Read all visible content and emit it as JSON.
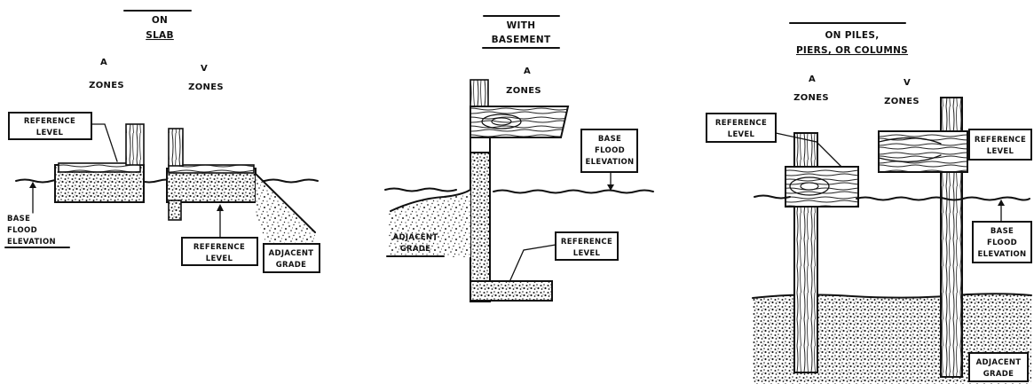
{
  "panels": {
    "slab": {
      "title": [
        "ON",
        "SLAB"
      ],
      "zone_a": [
        "A",
        "ZONES"
      ],
      "zone_v": [
        "V",
        "ZONES"
      ],
      "reference_level_top": [
        "REFERENCE",
        "LEVEL"
      ],
      "bfe": [
        "BASE",
        "FLOOD",
        "ELEVATION"
      ],
      "reference_level_bottom": [
        "REFERENCE",
        "LEVEL"
      ],
      "adjacent_grade": [
        "ADJACENT",
        "GRADE"
      ]
    },
    "basement": {
      "title": [
        "WITH",
        "BASEMENT"
      ],
      "zone_a": [
        "A",
        "ZONES"
      ],
      "bfe": [
        "BASE",
        "FLOOD",
        "ELEVATION"
      ],
      "adjacent_grade": [
        "ADJACENT",
        "GRADE"
      ],
      "reference_level": [
        "REFERENCE",
        "LEVEL"
      ]
    },
    "piles": {
      "title": [
        "ON PILES,",
        "PIERS, OR COLUMNS"
      ],
      "zone_a": [
        "A",
        "ZONES"
      ],
      "zone_v": [
        "V",
        "ZONES"
      ],
      "reference_level_left": [
        "REFERENCE",
        "LEVEL"
      ],
      "reference_level_right": [
        "REFERENCE",
        "LEVEL"
      ],
      "bfe": [
        "BASE",
        "FLOOD",
        "ELEVATION"
      ],
      "adjacent_grade": [
        "ADJACENT",
        "GRADE"
      ]
    }
  },
  "colors": {
    "ink": "#111111",
    "paper": "#ffffff",
    "soil": "#222222"
  }
}
